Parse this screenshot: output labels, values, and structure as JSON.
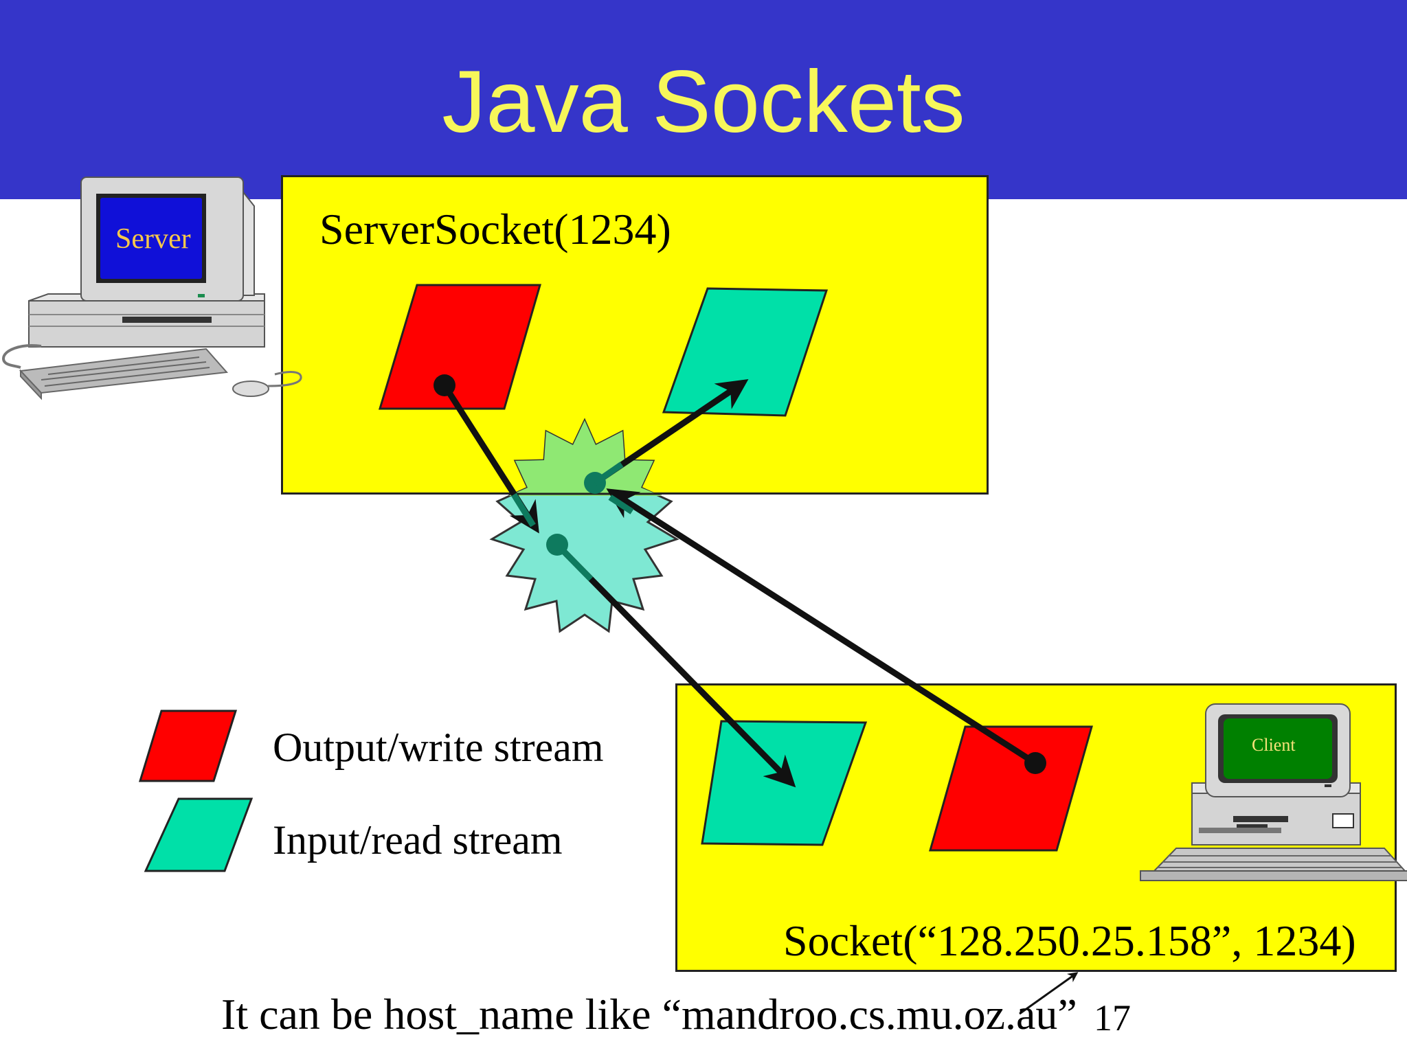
{
  "title": "Java Sockets",
  "server": {
    "screen_text": "Server",
    "socket_label": "ServerSocket(1234)"
  },
  "client": {
    "screen_text": "Client",
    "socket_label": "Socket(“128.250.25.158”, 1234)"
  },
  "legend": {
    "output_label": "Output/write stream",
    "input_label": "Input/read stream"
  },
  "footnote": "It can be host_name like “mandroo.cs.mu.oz.au”",
  "page_number": "17",
  "colors": {
    "header": "#3535c9",
    "title": "#f7f75a",
    "panel": "#ffff00",
    "output_stream": "#ff0000",
    "input_stream": "#00e0a8",
    "server_screen": "#1010d8",
    "client_screen": "#008000"
  }
}
